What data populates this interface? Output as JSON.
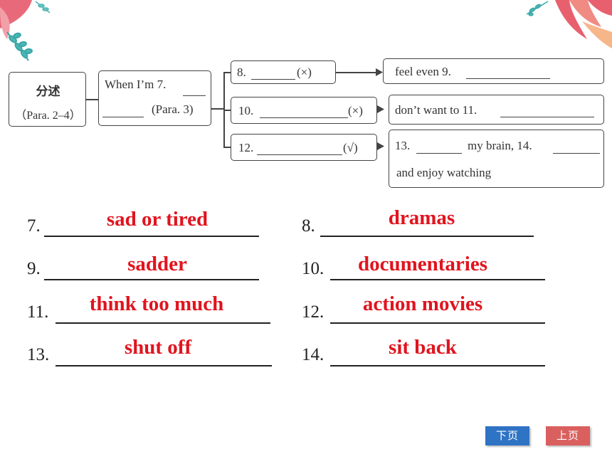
{
  "mindmap": {
    "root_title": "分述",
    "root_sub": "（Para. 2–4）",
    "mid_text_a": "When I’m 7.",
    "mid_text_b": "(Para. 3)",
    "b8_num": "8.",
    "b8_mark": "(×)",
    "r8_text": "feel even 9.",
    "b10_num": "10.",
    "b10_mark": "(×)",
    "r10_text": "don’t want to 11.",
    "b12_num": "12.",
    "b12_mark": "(√)",
    "r12_a": "13.",
    "r12_b": "my brain, 14.",
    "r12_c": "and enjoy watching"
  },
  "questions": [
    {
      "num": "7.",
      "answer": "sad or tired"
    },
    {
      "num": "8.",
      "answer": "dramas"
    },
    {
      "num": "9.",
      "answer": "sadder"
    },
    {
      "num": "10.",
      "answer": "documentaries"
    },
    {
      "num": "11.",
      "answer": "think too much"
    },
    {
      "num": "12.",
      "answer": "action movies"
    },
    {
      "num": "13.",
      "answer": "shut off"
    },
    {
      "num": "14.",
      "answer": "sit back"
    }
  ],
  "nav": {
    "next_label": "下页",
    "prev_label": "上页",
    "next_color": "#2e73c4",
    "prev_color": "#d9605e"
  },
  "colors": {
    "answer": "#e0141e"
  },
  "decorations": [
    "floral-leaves-top-left",
    "floral-leaves-top-right"
  ]
}
